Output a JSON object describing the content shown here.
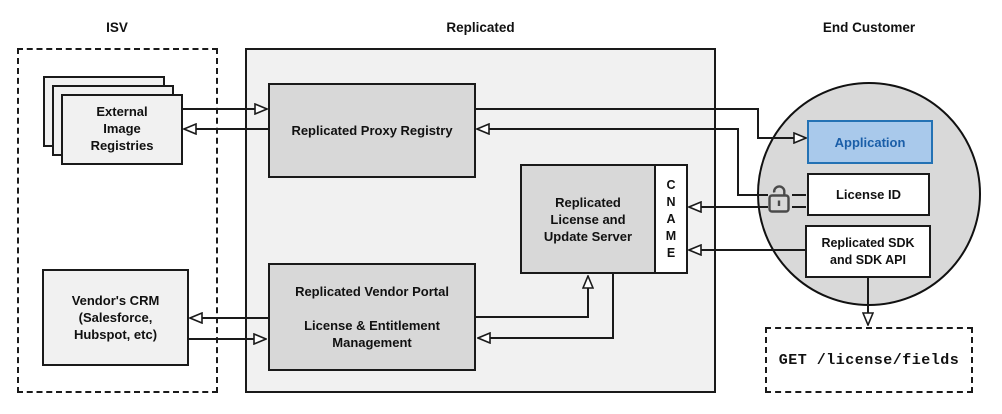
{
  "headers": {
    "isv": "ISV",
    "replicated": "Replicated",
    "end_customer": "End Customer"
  },
  "isv": {
    "external_image_registries": {
      "lines": [
        "External",
        "Image",
        "Registries"
      ]
    },
    "vendors_crm": {
      "lines": [
        "Vendor's CRM",
        "(Salesforce,",
        "Hubspot, etc)"
      ]
    }
  },
  "replicated": {
    "proxy_registry_label": "Replicated Proxy Registry",
    "license_update_server": {
      "lines": [
        "Replicated",
        "License and",
        "Update Server"
      ]
    },
    "cname_letters": [
      "C",
      "N",
      "A",
      "M",
      "E"
    ],
    "vendor_portal": {
      "lines": [
        "Replicated Vendor Portal",
        "",
        "License & Entitlement",
        "Management"
      ]
    }
  },
  "end_customer": {
    "application_label": "Application",
    "license_id_label": "License ID",
    "sdk": {
      "lines": [
        "Replicated SDK",
        "and SDK API"
      ]
    },
    "get_request_label": "GET /license/fields"
  },
  "icons": {
    "lock": "unlocked-padlock-icon"
  },
  "colors": {
    "line": "#1A1A1A",
    "panel_fill": "#F1F1F1",
    "node_fill": "#D8D8D8",
    "circle_fill": "#D9D9D9",
    "light_box_fill": "#F1F1F1",
    "application_fill": "#A9C9EB",
    "application_border": "#2472B4",
    "application_text": "#1A5EA8",
    "lock_stroke": "#4A4A4A"
  }
}
